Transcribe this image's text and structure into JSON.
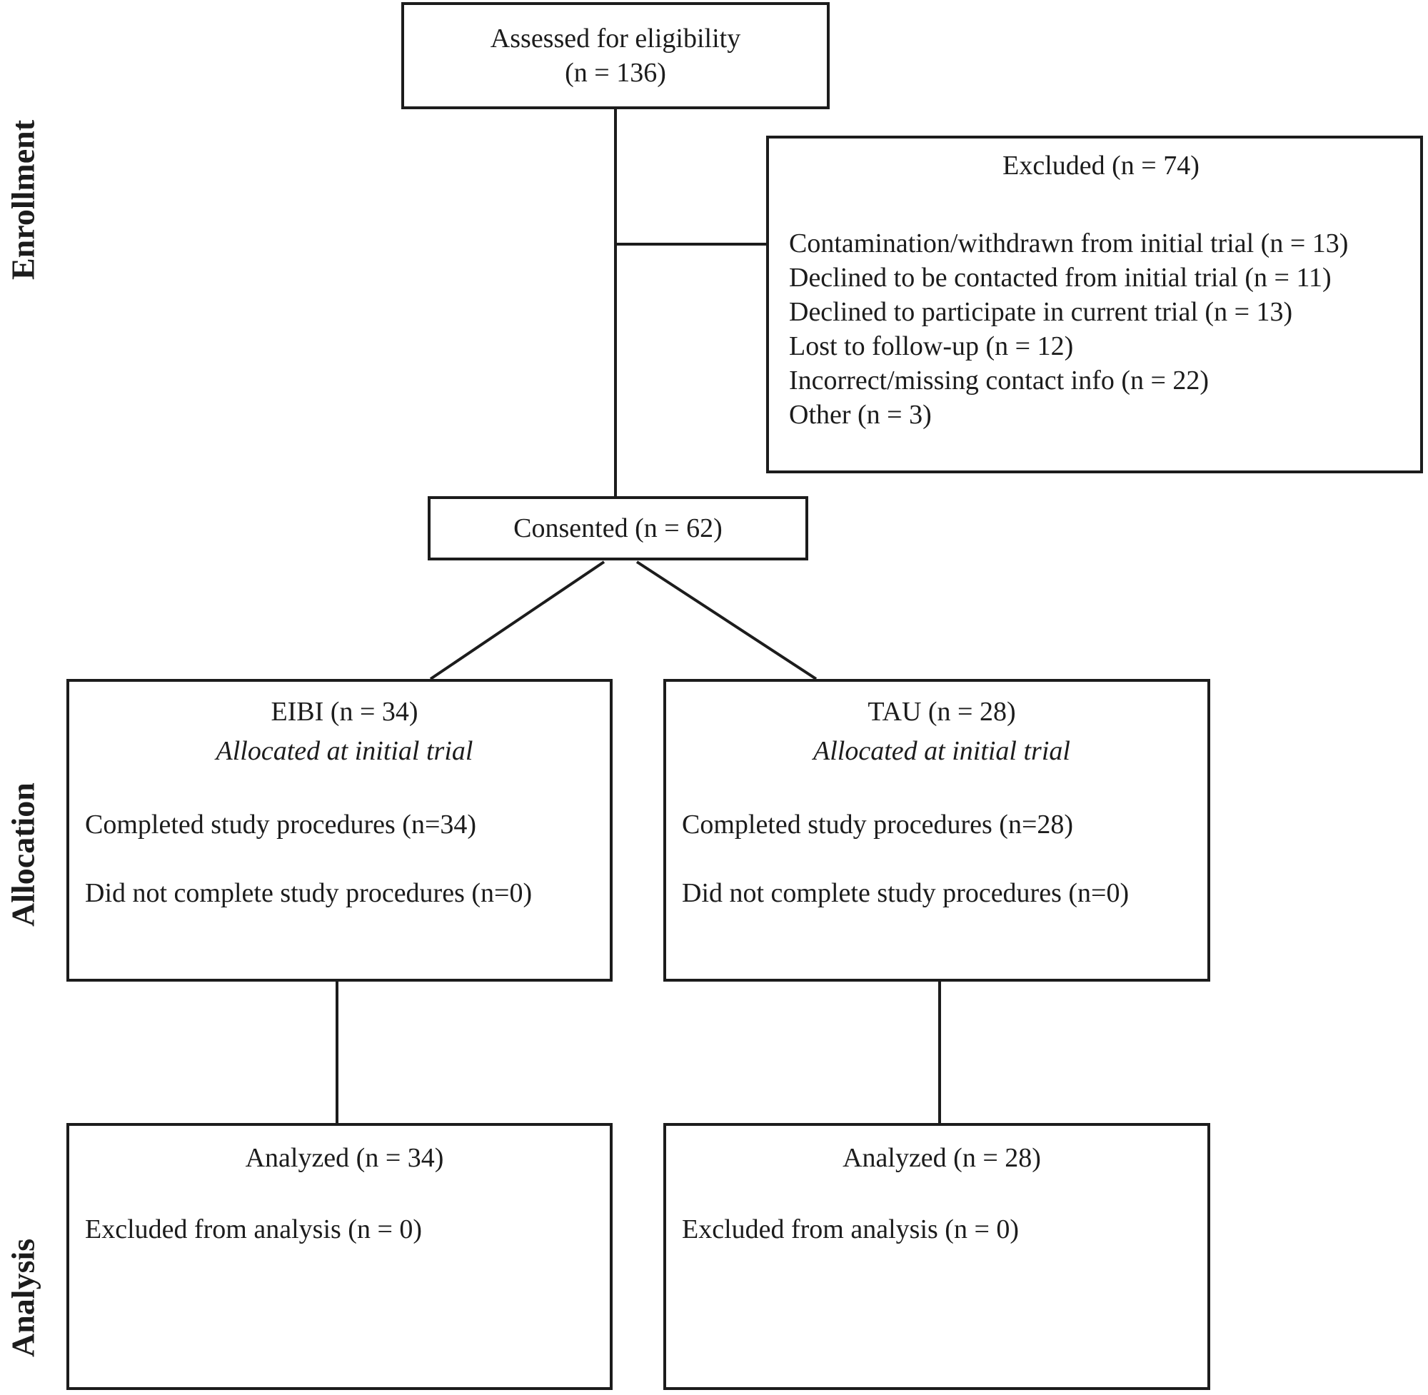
{
  "stages": {
    "enrollment": "Enrollment",
    "allocation": "Allocation",
    "analysis": "Analysis"
  },
  "flow": {
    "assessed": {
      "title": "Assessed for eligibility",
      "n": "(n = 136)"
    },
    "excluded": {
      "title": "Excluded (n = 74)",
      "reasons": [
        "Contamination/withdrawn from initial trial (n = 13)",
        "Declined to be contacted from initial trial (n = 11)",
        "Declined to participate in current trial (n = 13)",
        "Lost to follow-up (n = 12)",
        "Incorrect/missing contact info (n = 22)",
        "Other (n = 3)"
      ]
    },
    "consented": {
      "title": "Consented (n = 62)"
    },
    "eibi": {
      "title": "EIBI (n = 34)",
      "subtitle": "Allocated at initial trial",
      "completed": "Completed study procedures (n=34)",
      "not_completed": "Did not complete study procedures (n=0)"
    },
    "tau": {
      "title": "TAU (n = 28)",
      "subtitle": "Allocated at initial trial",
      "completed": "Completed study procedures (n=28)",
      "not_completed": "Did not complete study procedures (n=0)"
    },
    "analyzed_eibi": {
      "title": "Analyzed (n = 34)",
      "excluded": "Excluded from analysis (n = 0)"
    },
    "analyzed_tau": {
      "title": "Analyzed (n = 28)",
      "excluded": "Excluded from analysis (n = 0)"
    }
  },
  "colors": {
    "background": "#ffffff",
    "line": "#1c1c1c",
    "text": "#1c1c1c"
  }
}
